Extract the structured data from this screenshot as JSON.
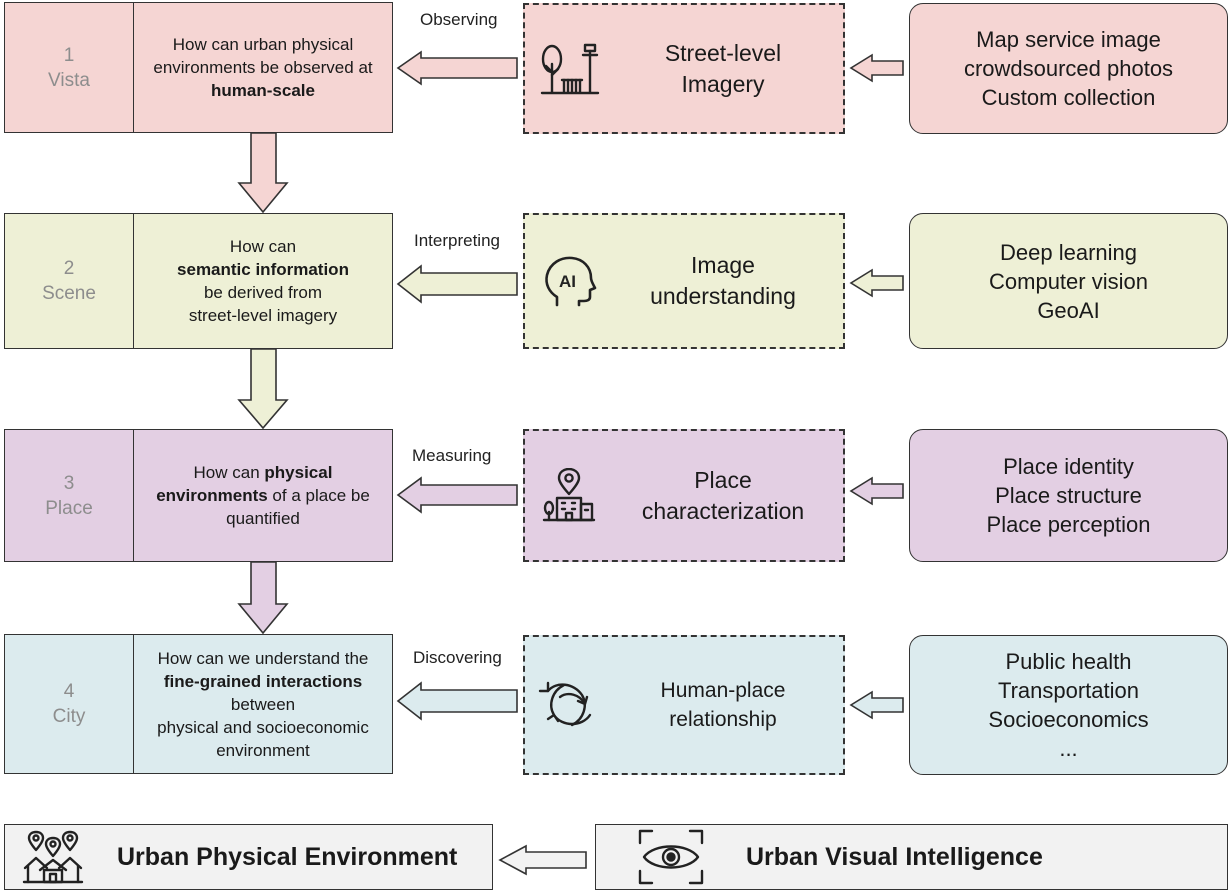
{
  "colors": {
    "vista": "#f5d5d3",
    "scene": "#eef0d6",
    "place": "#e3cfe3",
    "city": "#dcebee",
    "outline": "#333333"
  },
  "rows": [
    {
      "id": "vista",
      "number": "1",
      "level": "Vista",
      "question_lines": [
        {
          "text": "How can urban physical",
          "bold": false
        },
        {
          "text": "environments be observed at",
          "bold": false
        },
        {
          "text": "human-scale",
          "bold": true
        }
      ],
      "verb": "Observing",
      "method_icon": "tree-lamp-icon",
      "method_lines": [
        "Street-level",
        "Imagery"
      ],
      "source_lines": [
        "Map service image",
        "crowdsourced photos",
        "Custom collection"
      ]
    },
    {
      "id": "scene",
      "number": "2",
      "level": "Scene",
      "question_lines": [
        {
          "text": "How can",
          "bold": false
        },
        {
          "text": "semantic information",
          "bold": true
        },
        {
          "text": "be derived from",
          "bold": false
        },
        {
          "text": "street-level imagery",
          "bold": false
        }
      ],
      "verb": "Interpreting",
      "method_icon": "ai-head-icon",
      "method_lines": [
        "Image",
        "understanding"
      ],
      "source_lines": [
        "Deep learning",
        "Computer vision",
        "GeoAI"
      ]
    },
    {
      "id": "place",
      "number": "3",
      "level": "Place",
      "question_lines": [
        {
          "text": "How can ",
          "bold": false,
          "tail": "physical"
        },
        {
          "text": "environments",
          "bold": true,
          "tail": " of a place be"
        },
        {
          "text": "quantified",
          "bold": false
        }
      ],
      "verb": "Measuring",
      "method_icon": "location-building-icon",
      "method_lines": [
        "Place",
        "characterization"
      ],
      "source_lines": [
        "Place identity",
        "Place structure",
        "Place perception"
      ]
    },
    {
      "id": "city",
      "number": "4",
      "level": "City",
      "question_lines": [
        {
          "text": "How can we understand the",
          "bold": false
        },
        {
          "text": "fine-grained interactions",
          "bold": true
        },
        {
          "text": "between",
          "bold": false
        },
        {
          "text": "physical and socioeconomic",
          "bold": false
        },
        {
          "text": "environment",
          "bold": false
        }
      ],
      "verb": "Discovering",
      "method_icon": "cycle-arrows-icon",
      "method_lines": [
        "Human-place",
        "relationship"
      ],
      "source_lines": [
        "Public health",
        "Transportation",
        "Socioeconomics",
        "..."
      ]
    }
  ],
  "bottom": {
    "left_title": "Urban Physical Environment",
    "left_icon": "houses-pins-icon",
    "right_title": "Urban Visual Intelligence",
    "right_icon": "eye-scan-icon"
  }
}
